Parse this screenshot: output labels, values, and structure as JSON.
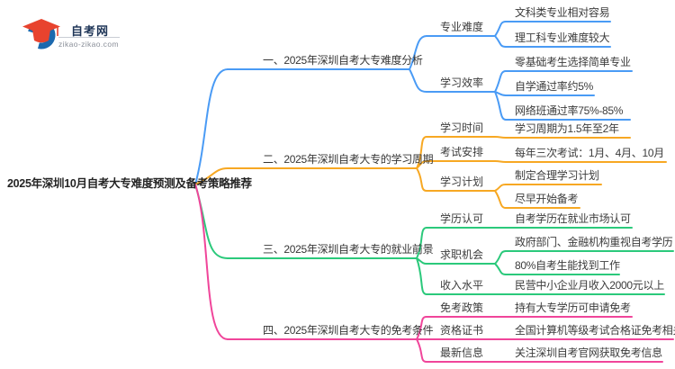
{
  "logo": {
    "site_name": "自考网",
    "site_domain": "zikao-zikao.com",
    "brand_blue": "#1c69ae",
    "brand_red": "#e8432e"
  },
  "mindmap": {
    "root": {
      "label": "2025年深圳10月自考大专难度预测及备考策略推荐"
    },
    "branches": [
      {
        "label": "一、2025年深圳自考大专难度分析",
        "color": "#4a9bf5",
        "children": [
          {
            "label": "专业难度",
            "leaves": [
              {
                "text": "文科类专业相对容易"
              },
              {
                "text": "理工科专业难度较大"
              }
            ]
          },
          {
            "label": "学习效率",
            "leaves": [
              {
                "text": "零基础考生选择简单专业"
              },
              {
                "text": "自学通过率约5%"
              },
              {
                "text": "网络班通过率75%-85%"
              }
            ]
          }
        ]
      },
      {
        "label": "二、2025年深圳自考大专的学习周期",
        "color": "#f7a823",
        "children": [
          {
            "label": "学习时间",
            "leaves": [
              {
                "text": "学习周期为1.5年至2年"
              }
            ]
          },
          {
            "label": "考试安排",
            "leaves": [
              {
                "text": "每年三次考试：1月、4月、10月"
              }
            ]
          },
          {
            "label": "学习计划",
            "leaves": [
              {
                "text": "制定合理学习计划"
              },
              {
                "text": "尽早开始备考"
              }
            ]
          }
        ]
      },
      {
        "label": "三、2025年深圳自考大专的就业前景",
        "color": "#2bc97b",
        "children": [
          {
            "label": "学历认可",
            "leaves": [
              {
                "text": "自考学历在就业市场认可"
              }
            ]
          },
          {
            "label": "求职机会",
            "leaves": [
              {
                "text": "政府部门、金融机构重视自考学历"
              },
              {
                "text": "80%自考生能找到工作"
              }
            ]
          },
          {
            "label": "收入水平",
            "leaves": [
              {
                "text": "民营中小企业月收入2000元以上"
              }
            ]
          }
        ]
      },
      {
        "label": "四、2025年深圳自考大专的免考条件",
        "color": "#f0459a",
        "children": [
          {
            "label": "免考政策",
            "leaves": [
              {
                "text": "持有大专学历可申请免考"
              }
            ]
          },
          {
            "label": "资格证书",
            "leaves": [
              {
                "text": "全国计算机等级考试合格证免考相关课程"
              }
            ]
          },
          {
            "label": "最新信息",
            "leaves": [
              {
                "text": "关注深圳自考官网获取免考信息"
              }
            ]
          }
        ]
      }
    ]
  }
}
